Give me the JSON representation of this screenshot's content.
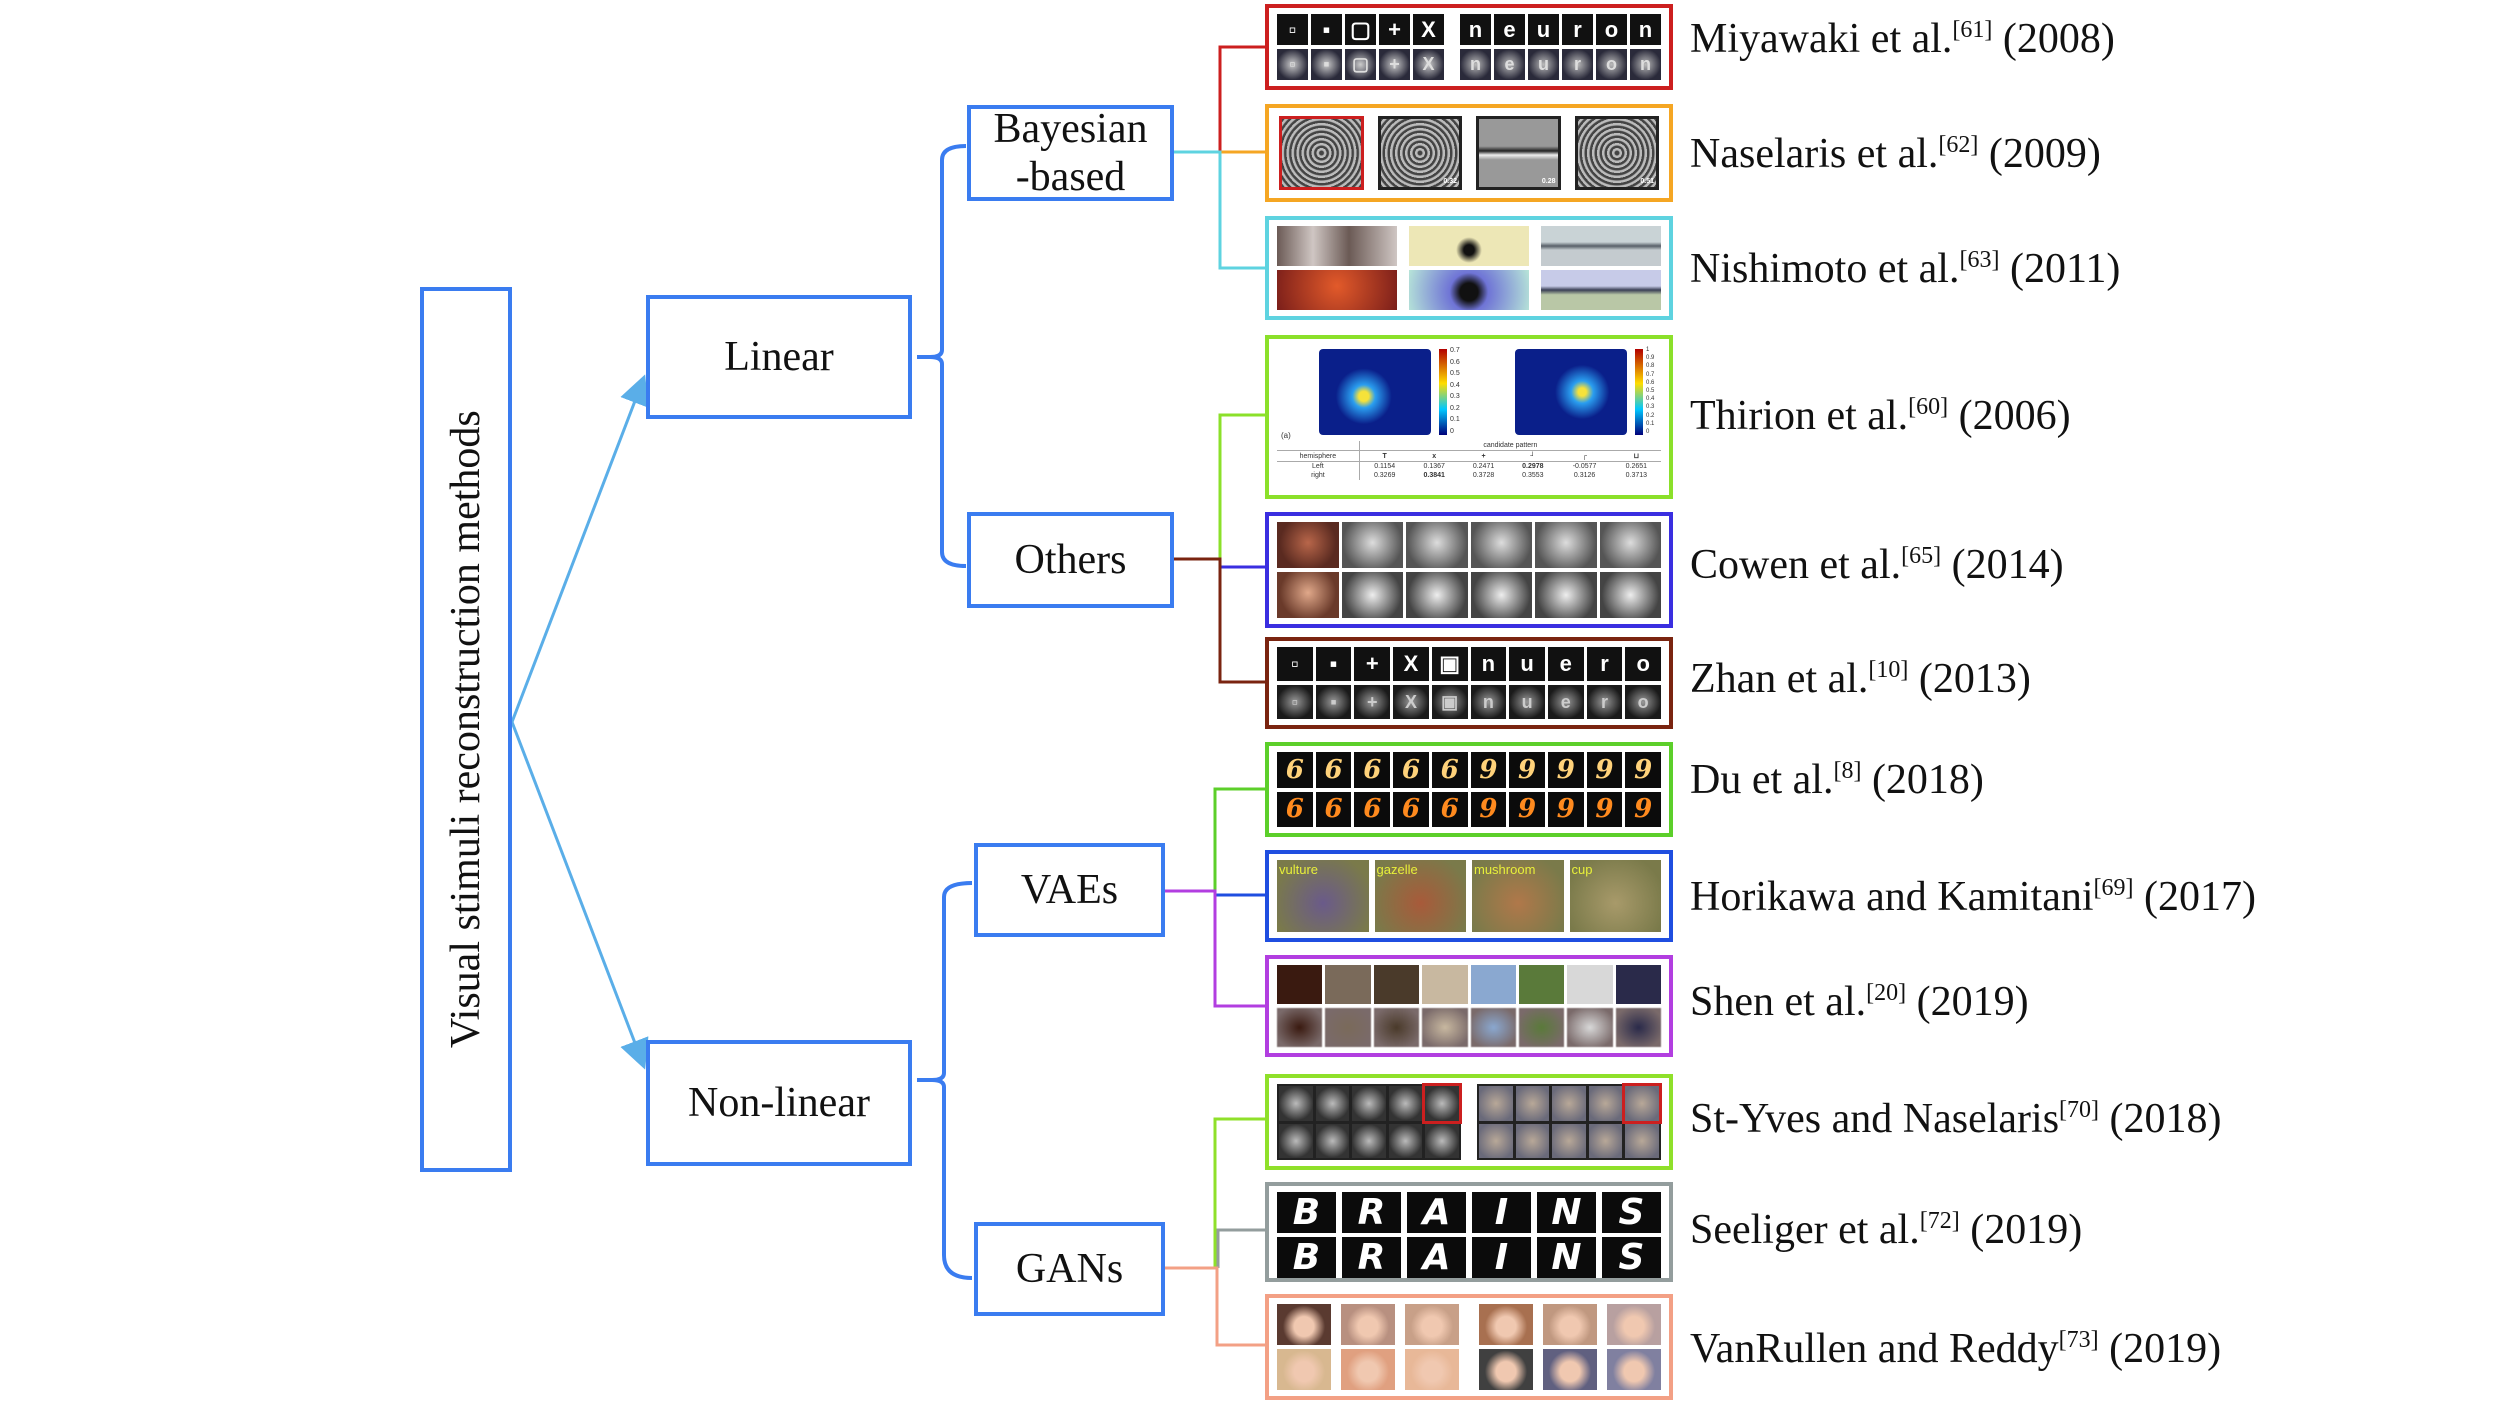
{
  "diagram": {
    "title": "Visual stimuli reconstruction methods",
    "branches": [
      {
        "label": "Linear",
        "children": [
          {
            "label": "Bayesian\n-based",
            "label_lines": [
              "Bayesian",
              "-based"
            ],
            "references": [
              {
                "author": "Miyawaki et al.",
                "cite": "[61]",
                "year": "(2008)",
                "color": "#cc1f1f"
              },
              {
                "author": "Naselaris et al.",
                "cite": "[62]",
                "year": "(2009)",
                "color": "#f5a623"
              },
              {
                "author": "Nishimoto et al.",
                "cite": "[63]",
                "year": "(2011)",
                "color": "#5ed3e0"
              }
            ]
          },
          {
            "label": "Others",
            "references": [
              {
                "author": "Thirion et al.",
                "cite": "[60]",
                "year": "(2006)",
                "color": "#8be02a"
              },
              {
                "author": "Cowen et al.",
                "cite": "[65]",
                "year": "(2014)",
                "color": "#3a2ee0"
              },
              {
                "author": "Zhan et al.",
                "cite": "[10]",
                "year": "(2013)",
                "color": "#7a2410"
              }
            ]
          }
        ]
      },
      {
        "label": "Non-linear",
        "children": [
          {
            "label": "VAEs",
            "references": [
              {
                "author": "Du et al.",
                "cite": "[8]",
                "year": "(2018)",
                "color": "#5ccf2a"
              },
              {
                "author": "Horikawa and Kamitani",
                "cite": "[69]",
                "year": "(2017)",
                "color": "#1f4ee0"
              },
              {
                "author": "Shen et al.",
                "cite": "[20]",
                "year": "(2019)",
                "color": "#b23ee0"
              }
            ]
          },
          {
            "label": "GANs",
            "references": [
              {
                "author": "St-Yves and Naselaris",
                "cite": "[70]",
                "year": "(2018)",
                "color": "#8fe02a"
              },
              {
                "author": "Seeliger et al.",
                "cite": "[72]",
                "year": "(2019)",
                "color": "#939d9d"
              },
              {
                "author": "VanRullen and Reddy",
                "cite": "[73]",
                "year": "(2019)",
                "color": "#f3a085"
              }
            ]
          }
        ]
      }
    ],
    "colors": {
      "node_border": "#3a7cf0",
      "arrow": "#5aaee8",
      "bracket": "#3a7cf0"
    }
  },
  "thumbnails": {
    "miyawaki": {
      "symbols": [
        "▫",
        "▪",
        "▢",
        "+",
        "X"
      ],
      "letters": [
        "n",
        "e",
        "u",
        "r",
        "o",
        "n"
      ]
    },
    "naselaris": {
      "values": [
        "",
        "0.32",
        "0.28",
        "0.51"
      ]
    },
    "thirion": {
      "panel_label": "(a)",
      "colorbar_left": [
        "0.7",
        "0.6",
        "0.5",
        "0.4",
        "0.3",
        "0.2",
        "0.1",
        "0"
      ],
      "colorbar_right": [
        "1",
        "0.9",
        "0.8",
        "0.7",
        "0.6",
        "0.5",
        "0.4",
        "0.3",
        "0.2",
        "0.1",
        "0"
      ],
      "table": {
        "group_header": "candidate pattern",
        "row_header": "hemisphere",
        "rows": [
          {
            "label": "Left",
            "values": [
              "0.1154",
              "0.1367",
              "0.2471",
              "0.2978",
              "-0.0577",
              "0.2651"
            ]
          },
          {
            "label": "right",
            "values": [
              "0.3269",
              "0.3841",
              "0.3728",
              "0.3553",
              "0.3126",
              "0.3713"
            ]
          }
        ]
      }
    },
    "zhan": {
      "symbols": [
        "▫",
        "▪",
        "+",
        "X",
        "▣"
      ],
      "letters": [
        "n",
        "u",
        "e",
        "r",
        "o"
      ]
    },
    "du": {
      "digits": [
        "6",
        "6",
        "6",
        "6",
        "6",
        "9",
        "9",
        "9",
        "9",
        "9"
      ]
    },
    "horikawa": {
      "captions": [
        "vulture",
        "gazelle",
        "mushroom",
        "cup"
      ]
    },
    "seeliger": {
      "letters": [
        "B",
        "R",
        "A",
        "I",
        "N",
        "S"
      ]
    }
  }
}
